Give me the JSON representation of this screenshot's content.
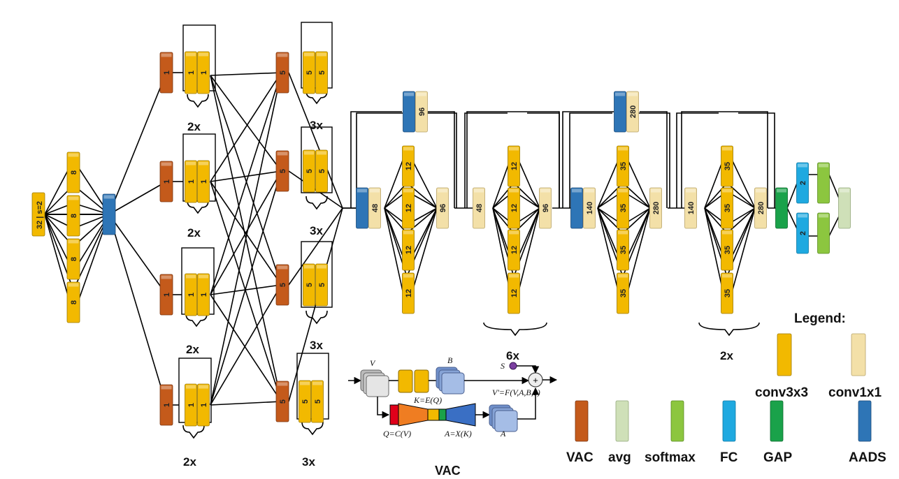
{
  "colors": {
    "conv3x3": "#f2b900",
    "conv1x1": "#f3e0a8",
    "vac": "#c45a1b",
    "avg": "#cfe0b8",
    "softmax": "#8cc63f",
    "fc": "#1fa9e0",
    "gap": "#1aa24a",
    "aads": "#2e75b6"
  },
  "stem": {
    "label": "32 | s=2",
    "branch_label": "8"
  },
  "stage1": {
    "vac_label": "1",
    "conv_label": "1",
    "repeats": [
      "2x",
      "2x",
      "2x",
      "2x"
    ]
  },
  "stage2": {
    "vac_label": "5",
    "conv_label": "5",
    "repeats": [
      "3x",
      "3x",
      "3x",
      "3x"
    ]
  },
  "block_a": {
    "entry": "48",
    "branch": "12",
    "exit": "96",
    "shortcut": "96",
    "repeat": "6x"
  },
  "block_b": {
    "entry": "140",
    "branch": "35",
    "exit": "280",
    "shortcut": "280",
    "repeat": "2x"
  },
  "head": {
    "fc_label": "2"
  },
  "vac": {
    "title": "VAC",
    "v": "V",
    "b": "B",
    "s": "S",
    "k": "K=E(Q)",
    "vp": "V'=F(V,A,B,S)",
    "q": "Q=C(V)",
    "ax": "A=X(K)",
    "a": "A"
  },
  "legend": {
    "title": "Legend:",
    "items": [
      "conv3x3",
      "conv1x1",
      "VAC",
      "avg",
      "softmax",
      "FC",
      "GAP",
      "AADS"
    ]
  }
}
